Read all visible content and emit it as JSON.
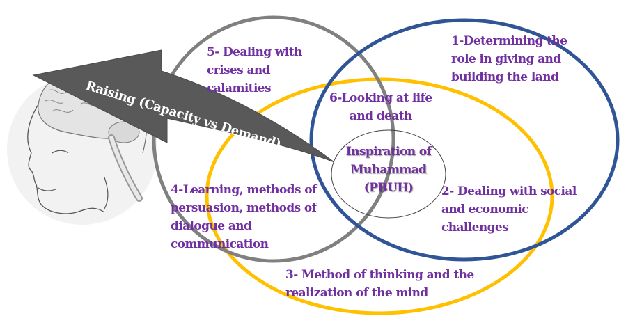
{
  "diagram": {
    "arrow_label": "Raising (Capacity vs Demand)",
    "center_label": "Inspiration of\nMuhammad\n(PBUH)",
    "items": [
      {
        "id": 1,
        "text": "1-Determining the\nrole in giving and\nbuilding the land"
      },
      {
        "id": 2,
        "text": "2- Dealing with social\nand economic\nchallenges"
      },
      {
        "id": 3,
        "text": "3- Method of thinking and the\nrealization of the mind"
      },
      {
        "id": 4,
        "text": "4-Learning, methods of\npersuasion, methods of\ndialogue and\ncommunication"
      },
      {
        "id": 5,
        "text": "5- Dealing with\ncrises and\ncalamities"
      },
      {
        "id": 6,
        "text": "6-Looking at life\nand death"
      }
    ],
    "head_illustration": "brain-head-icon",
    "colors": {
      "text": "#7030a0",
      "gray_circle": "#808080",
      "blue_circle": "#2f5597",
      "yellow_circle": "#ffc000",
      "arrow": "#595959",
      "head_bg": "#f2f2f2"
    }
  }
}
